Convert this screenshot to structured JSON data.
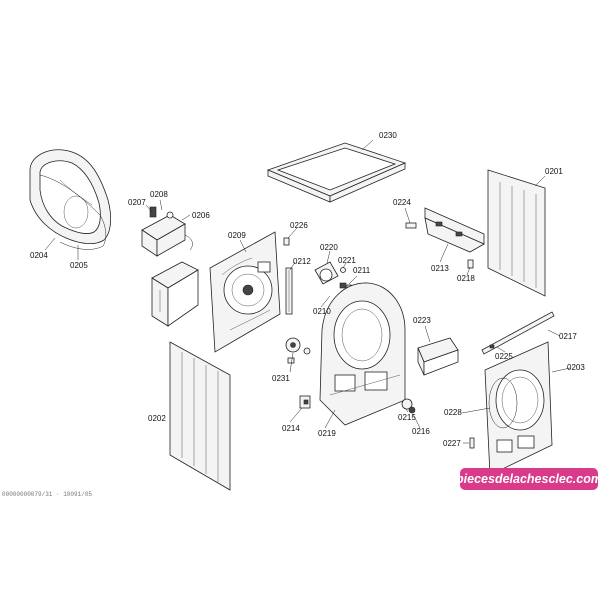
{
  "labels": {
    "p0201": "0201",
    "p0202": "0202",
    "p0203": "0203",
    "p0204": "0204",
    "p0205": "0205",
    "p0206": "0206",
    "p0207": "0207",
    "p0208": "0208",
    "p0209": "0209",
    "p0210": "0210",
    "p0211": "0211",
    "p0212": "0212",
    "p0213": "0213",
    "p0214": "0214",
    "p0215": "0215",
    "p0216": "0216",
    "p0217": "0217",
    "p0218": "0218",
    "p0219": "0219",
    "p0220": "0220",
    "p0221": "0221",
    "p0223": "0223",
    "p0224": "0224",
    "p0225": "0225",
    "p0226": "0226",
    "p0227": "0227",
    "p0228": "0228",
    "p0230": "0230",
    "p0231": "0231"
  },
  "watermark": {
    "text": "piecesdelachesclec.com",
    "color": "#d93a8a"
  },
  "drawing_code": "00000000079/31 · 10091/05"
}
